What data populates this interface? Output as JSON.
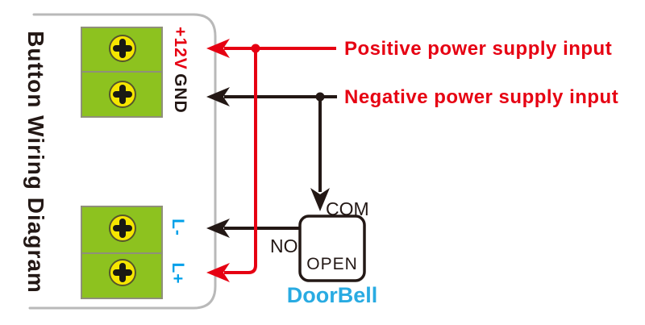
{
  "title": "Button Wiring Diagram",
  "device": {
    "terminals": [
      {
        "id": "plus12v",
        "label": "+12V",
        "color": "#e60012"
      },
      {
        "id": "gnd",
        "label": "GND",
        "color": "#231815"
      },
      {
        "id": "l_minus",
        "label": "L-",
        "color": "#00a0e9"
      },
      {
        "id": "l_plus",
        "label": "L+",
        "color": "#00a0e9"
      }
    ]
  },
  "annotations": {
    "positive_input": "Positive power supply input",
    "negative_input": "Negative power supply input"
  },
  "doorbell": {
    "label": "DoorBell",
    "com_label": "COM",
    "no_label": "NO",
    "open_label": "OPEN"
  },
  "colors": {
    "wire_positive": "#e60012",
    "wire_negative": "#231815",
    "terminal_block_green": "#8dc21f",
    "screw_yellow": "#f6e600",
    "terminal_label_blue": "#00a0e9",
    "doorbell_label_blue": "#29abe2",
    "device_outline_gray": "#b9b9b9",
    "annotation_red": "#e60012"
  }
}
